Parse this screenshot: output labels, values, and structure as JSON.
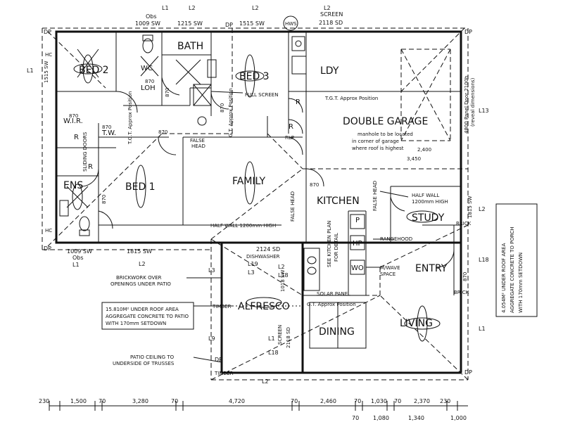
{
  "rooms": {
    "bed2": "BED 2",
    "wc": "WC",
    "bath": "BATH",
    "bed3": "BED 3",
    "ldy": "LDY",
    "loh": "LOH",
    "wir": "W.I.R.",
    "twt": "T.W.",
    "bed1": "BED 1",
    "ens": "ENS",
    "family": "FAMILY",
    "double_garage": "DOUBLE GARAGE",
    "kitchen": "KITCHEN",
    "study": "STUDY",
    "entry": "ENTRY",
    "alfresco": "ALFRESCO",
    "dining": "DINING",
    "living": "LIVING",
    "hws": "HWS"
  },
  "labels": {
    "dp": "DP",
    "hc": "HC",
    "l1": "L1",
    "l2": "L2",
    "l3": "L3",
    "l9": "L9",
    "l13": "L13",
    "l18": "L18",
    "l19": "L19",
    "screen": "SCREEN",
    "screen_2118": "2118 SD",
    "obs": "Obs",
    "w1009": "1009 SW",
    "w1215": "1215 SW",
    "w1515": "1515 SW",
    "w1815": "1815 SW",
    "w1515_side": "1515 SW",
    "w1815_side": "1815 SW",
    "w1018": "1018 SW",
    "sd2124": "2124 SD",
    "d870": "870",
    "full_screen": "FULL SCREEN",
    "tgt": "T.G.T. Approx Position",
    "gt": "G.T. Approx Position",
    "manhole": "manhole to be located\nin corner of garage\nwhere roof is highest",
    "panel_door": "4800 Panel Door 2100h\n(reveal dimensions)",
    "half_wall_top": "HALF WALL",
    "half_wall_1200": "1200mm HIGH",
    "half_wall_long": "HALF WALL 1200mm HIGH",
    "false_head": "FALSE\nHEAD",
    "rangehood": "RANGEHOOD",
    "mwave": "M/WAVE\nSPACE",
    "dishwasher": "DISHWASHER",
    "see_kitchen": "SEE KITCHEN PLAN\nFOR DETAIL",
    "solar": "SOLAR PANEL",
    "brickwork": "BRICKWORK OVER\nOPENINGS UNDER PATIO",
    "alfresco_note": "15.810M² UNDER ROOF AREA\nAGGREGATE CONCRETE TO PATIO\nWITH 170mm SETDOWN",
    "patio_ceiling": "PATIO CEILING TO\nUNDERSIDE OF TRUSSES",
    "porch_note": "4.054M² UNDER ROOF AREA\nAGGREGATE CONCRETE TO PORCH\nWITH 170mm SETDOWN",
    "timber": "TIMBER",
    "brick": "BRICK",
    "p": "P",
    "hp": "HP",
    "wo": "WO",
    "r": "R",
    "rlp": "RLP",
    "sliding_doors": "SLIDING DOORS",
    "dim_2400": "2,400",
    "dim_3450": "3,450"
  },
  "dimensions": [
    "230",
    "1,500",
    "70",
    "3,280",
    "70",
    "4,720",
    "70",
    "2,460",
    "70",
    "1,030",
    "70",
    "2,370",
    "230"
  ],
  "dimensions_lower": [
    "70",
    "1,080",
    "1,340",
    "1,000"
  ],
  "colors": {
    "ink": "#111111",
    "paper": "#ffffff"
  }
}
